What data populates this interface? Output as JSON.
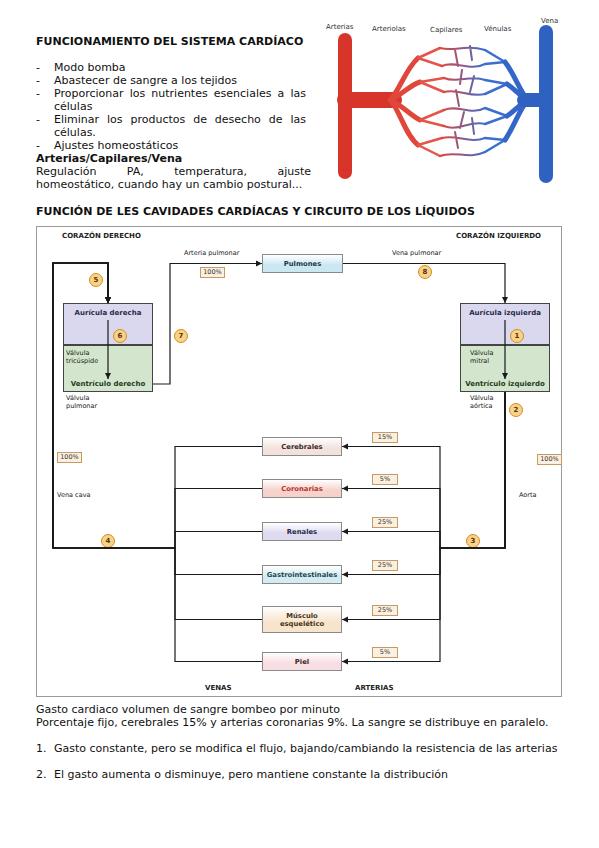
{
  "diagram": {
    "title": "FUNCIÓN DE LES CAVIDADES CARDÍACAS Y CIRCUITO DE LOS LÍQUIDOS",
    "nodes": [
      {
        "text": [
          "Pulmones"
        ]
      },
      {
        "text": [
          "Aurícula derecha"
        ]
      },
      {
        "text": [
          "Aurícula izquierda"
        ]
      },
      {
        "text": [
          "Ventrículo derecho"
        ]
      },
      {
        "text": [
          "Ventrículo izquierdo"
        ]
      },
      {
        "text": [
          "Cerebrales"
        ]
      },
      {
        "text": [
          "Coronarias"
        ]
      },
      {
        "text": [
          "Renales"
        ]
      },
      {
        "text": [
          "Gastrointestinales"
        ]
      },
      {
        "text": [
          "Músculo esquelético"
        ]
      },
      {
        "text": [
          "Piel"
        ]
      }
    ],
    "edges": [
      {
        "from": 3,
        "to": 0,
        "label": "Arteria pulmonar",
        "arrow": "to"
      },
      {
        "from": 0,
        "to": 2,
        "label": "Vena pulmonar",
        "arrow": "to"
      },
      {
        "from": 1,
        "to": 3,
        "arrow": "to"
      },
      {
        "from": 2,
        "to": 4,
        "arrow": "to"
      },
      {
        "from": 4,
        "to": 5,
        "arrow": "to"
      },
      {
        "from": 4,
        "to": 6,
        "arrow": "to"
      },
      {
        "from": 4,
        "to": 7,
        "arrow": "to"
      },
      {
        "from": 4,
        "to": 8,
        "arrow": "to"
      },
      {
        "from": 4,
        "to": 9,
        "arrow": "to"
      },
      {
        "from": 4,
        "to": 10,
        "arrow": "to"
      },
      {
        "from": 5,
        "to": 1,
        "arrow": "to"
      },
      {
        "from": 6,
        "to": 1,
        "arrow": "to"
      },
      {
        "from": 7,
        "to": 1,
        "arrow": "to"
      },
      {
        "from": 8,
        "to": 1,
        "arrow": "to"
      },
      {
        "from": 9,
        "to": 1,
        "arrow": "to"
      },
      {
        "from": 10,
        "to": 1,
        "arrow": "to"
      }
    ],
    "labels": [
      "FUNCIONAMIENTO DEL SISTEMA CARDÍACO",
      "-",
      "Modo bomba",
      "-",
      "Abastecer de sangre a los tejidos",
      "-",
      "Proporcionar los nutrientes esenciales a las células",
      "-",
      "Eliminar los productos de desecho de las células.",
      "-",
      "Ajustes homeostáticos",
      "Arterias/Capilares/Vena",
      "Regulación PA, temperatura, ajuste homeostático, cuando hay un cambio postural...",
      "Arterias",
      "Arteriolas",
      "Capilares",
      "Vénulas",
      "Vena",
      "CORAZÓN DERECHO",
      "CORAZÓN IZQUIERDO",
      "100%",
      "5",
      "6",
      "7",
      "8",
      "1",
      "2",
      "Válvula tricúspide",
      "Válvula pulmonar",
      "Válvula mitral",
      "Válvula aórtica",
      "100%",
      "Vena cava",
      "100%",
      "Aorta",
      "4",
      "3",
      "15%",
      "5%",
      "25%",
      "25%",
      "25%",
      "5%",
      "VENAS",
      "ARTERIAS",
      "Gasto cardiaco volumen de sangre bombeo por minuto",
      "Porcentaje fijo, cerebrales 15% y arterias coronarias 9%. La sangre se distribuye en paralelo.",
      "1.",
      "Gasto constante, pero se modifica el flujo, bajando/cambiando la resistencia de las arterias",
      "2.",
      "El gasto aumenta o disminuye, pero mantiene constante la distribución"
    ]
  }
}
